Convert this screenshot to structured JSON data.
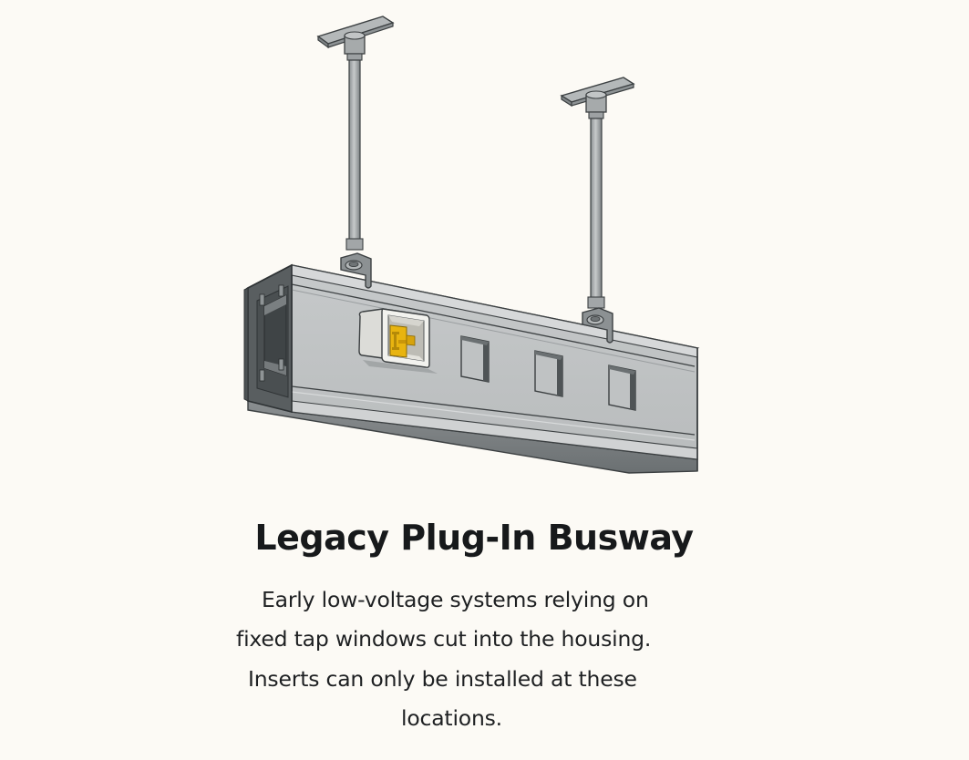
{
  "figure": {
    "subject": "Legacy plug-in busway housing suspended from ceiling by two threaded hanger rods",
    "components": {
      "hanger_rods": 2,
      "ceiling_plates": 2,
      "tap_windows": 4,
      "installed_plug_in_units": 1,
      "empty_tap_windows": 3
    },
    "colors": {
      "background": "#fcfaf5",
      "housing_light": "#c9cccd",
      "housing_mid": "#a9adaf",
      "housing_dark": "#6f7476",
      "outline": "#3c4042",
      "insert_yellow": "#e8b410",
      "insert_body": "#e7e6e0"
    }
  },
  "caption": {
    "title": "Legacy Plug-In Busway",
    "description_lines": [
      "Early low-voltage systems relying on",
      "fixed tap windows cut into the housing.",
      "Inserts can only be installed at these",
      "locations."
    ]
  }
}
